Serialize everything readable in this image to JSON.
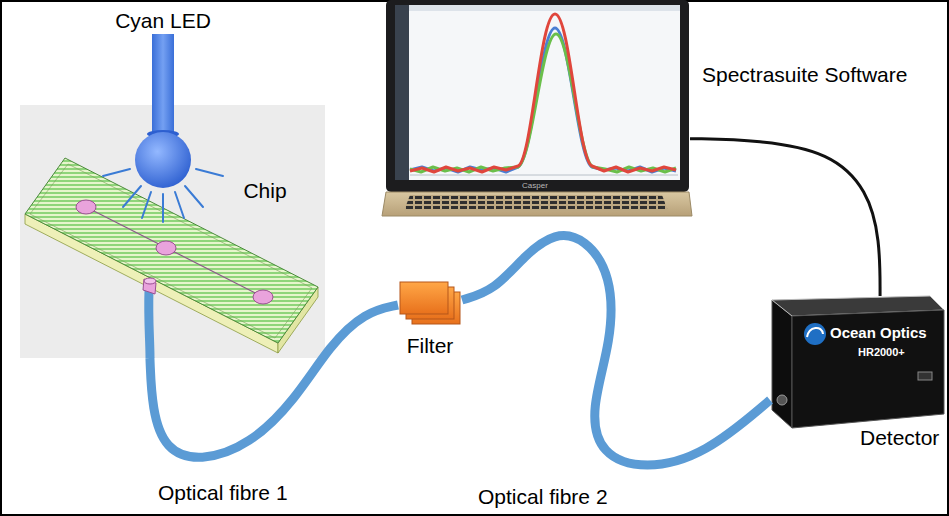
{
  "diagram": {
    "nodes": [
      {
        "text": [
          "Cyan LED"
        ]
      },
      {
        "text": [
          "Spectrasuite Software"
        ]
      },
      {
        "text": [
          "Chip"
        ]
      },
      {
        "text": [
          "Filter"
        ]
      },
      {
        "text": [
          "Ocean Optics",
          "HR2000+",
          "Detector"
        ]
      }
    ],
    "edges": [
      {
        "from": 2,
        "to": 3,
        "arrow": "none"
      },
      {
        "from": 3,
        "to": 4,
        "arrow": "none"
      },
      {
        "from": 1,
        "to": 4,
        "arrow": "none"
      }
    ],
    "labels": [
      "Optical fibre 1",
      "Optical fibre 2",
      "Casper"
    ]
  }
}
